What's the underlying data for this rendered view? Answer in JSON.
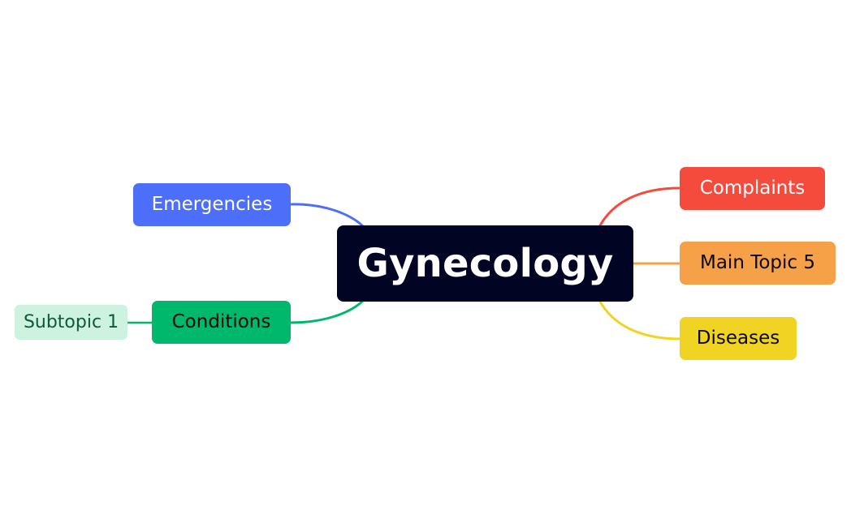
{
  "mindmap": {
    "central_topic": "Gynecology",
    "left_topics": [
      {
        "label": "Emergencies",
        "color": "#4c6ef8"
      },
      {
        "label": "Conditions",
        "color": "#00b86b",
        "subtopics": [
          {
            "label": "Subtopic 1",
            "color": "#cdf2e0"
          }
        ]
      }
    ],
    "right_topics": [
      {
        "label": "Complaints",
        "color": "#f44b3d"
      },
      {
        "label": "Main Topic 5",
        "color": "#f6a048"
      },
      {
        "label": "Diseases",
        "color": "#f1d324"
      }
    ]
  },
  "colors": {
    "central_background": "#020424",
    "canvas_background": "#ffffff"
  }
}
